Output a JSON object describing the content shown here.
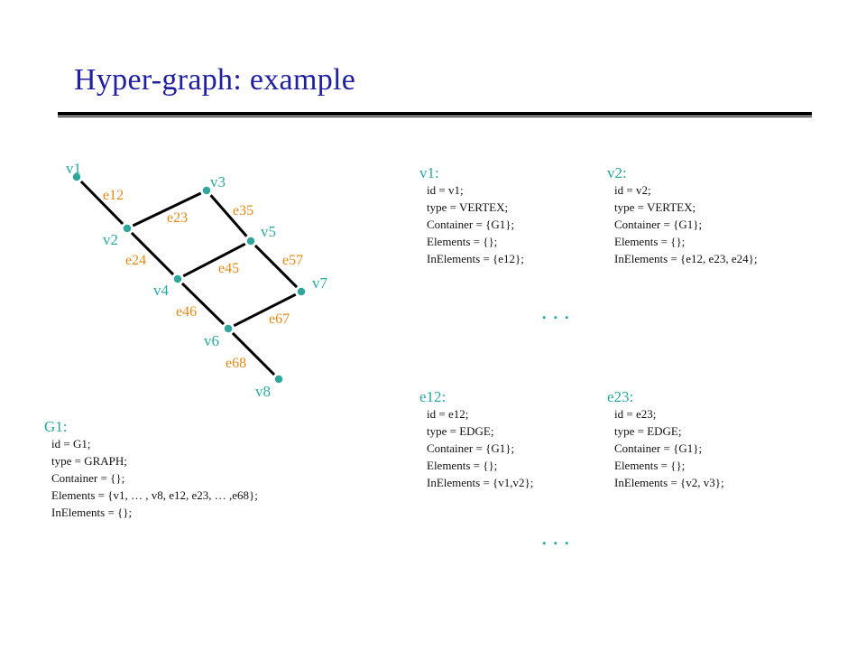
{
  "title": "Hyper-graph: example",
  "diagram": {
    "vertices": [
      {
        "id": "v1",
        "label": "v1"
      },
      {
        "id": "v2",
        "label": "v2"
      },
      {
        "id": "v3",
        "label": "v3"
      },
      {
        "id": "v4",
        "label": "v4"
      },
      {
        "id": "v5",
        "label": "v5"
      },
      {
        "id": "v6",
        "label": "v6"
      },
      {
        "id": "v7",
        "label": "v7"
      },
      {
        "id": "v8",
        "label": "v8"
      }
    ],
    "edges": [
      {
        "id": "e12",
        "label": "e12",
        "from": "v1",
        "to": "v2"
      },
      {
        "id": "e23",
        "label": "e23",
        "from": "v2",
        "to": "v3"
      },
      {
        "id": "e24",
        "label": "e24",
        "from": "v2",
        "to": "v4"
      },
      {
        "id": "e35",
        "label": "e35",
        "from": "v3",
        "to": "v5"
      },
      {
        "id": "e45",
        "label": "e45",
        "from": "v4",
        "to": "v5"
      },
      {
        "id": "e46",
        "label": "e46",
        "from": "v4",
        "to": "v6"
      },
      {
        "id": "e57",
        "label": "e57",
        "from": "v5",
        "to": "v7"
      },
      {
        "id": "e67",
        "label": "e67",
        "from": "v6",
        "to": "v7"
      },
      {
        "id": "e68",
        "label": "e68",
        "from": "v6",
        "to": "v8"
      }
    ],
    "colors": {
      "vertex": "#2fa59b",
      "vertex_label": "#2aa7a0",
      "edge_label": "#e08a16",
      "edge": "#000000"
    }
  },
  "cards": {
    "g1": {
      "name": "G1:",
      "lines": [
        "id = G1;",
        "type = GRAPH;",
        "Container = {};",
        "Elements = {v1, … , v8, e12, e23, … ,e68};",
        "InElements = {};"
      ]
    },
    "v1": {
      "name": "v1:",
      "lines": [
        "id = v1;",
        "type = VERTEX;",
        "Container = {G1};",
        "Elements = {};",
        "InElements = {e12};"
      ]
    },
    "v2": {
      "name": "v2:",
      "lines": [
        "id = v2;",
        "type = VERTEX;",
        "Container = {G1};",
        "Elements = {};",
        "InElements = {e12, e23, e24};"
      ]
    },
    "e12": {
      "name": "e12:",
      "lines": [
        "id = e12;",
        "type = EDGE;",
        "Container = {G1};",
        "Elements = {};",
        "InElements = {v1,v2};"
      ]
    },
    "e23": {
      "name": "e23:",
      "lines": [
        "id = e23;",
        "type = EDGE;",
        "Container = {G1};",
        "Elements = {};",
        "InElements = {v2, v3};"
      ]
    }
  },
  "ellipsis": "..."
}
